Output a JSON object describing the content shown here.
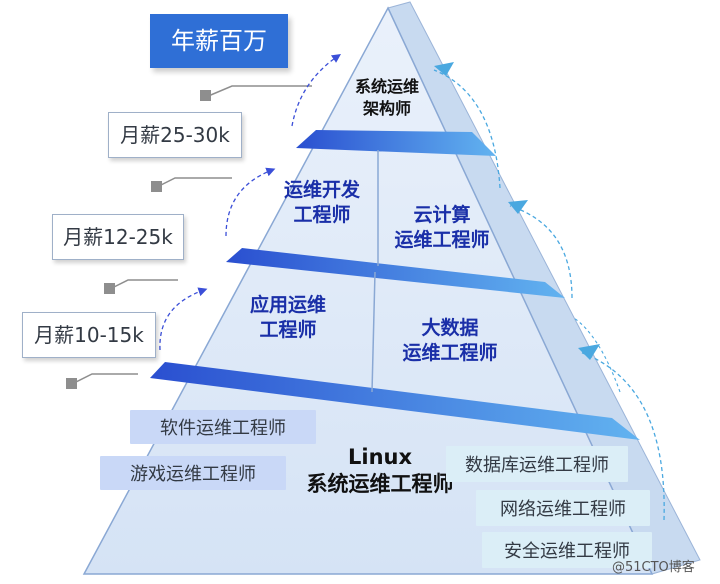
{
  "salaries": {
    "top": "年薪百万",
    "tier3": "月薪25-30k",
    "tier2": "月薪12-25k",
    "tier1": "月薪10-15k"
  },
  "pyramid": {
    "apex": [
      "系统运维",
      "架构师"
    ],
    "upper_left": [
      "运维开发",
      "工程师"
    ],
    "upper_right": [
      "云计算",
      "运维工程师"
    ],
    "middle_left": [
      "应用运维",
      "工程师"
    ],
    "middle_right": [
      "大数据",
      "运维工程师"
    ],
    "base_title": [
      "Linux",
      "系统运维工程师"
    ]
  },
  "base_roles": {
    "left": [
      "软件运维工程师",
      "游戏运维工程师"
    ],
    "right": [
      "数据库运维工程师",
      "网络运维工程师",
      "安全运维工程师"
    ]
  },
  "watermark": "@51CTO博客",
  "colors": {
    "face": "#dfeaf7",
    "face_right": "#e8f1fa",
    "band": "#2f62d6",
    "band_light": "#4b8fe8",
    "title_box": "#2f6fd6",
    "role_text": "#1a2fa8"
  }
}
